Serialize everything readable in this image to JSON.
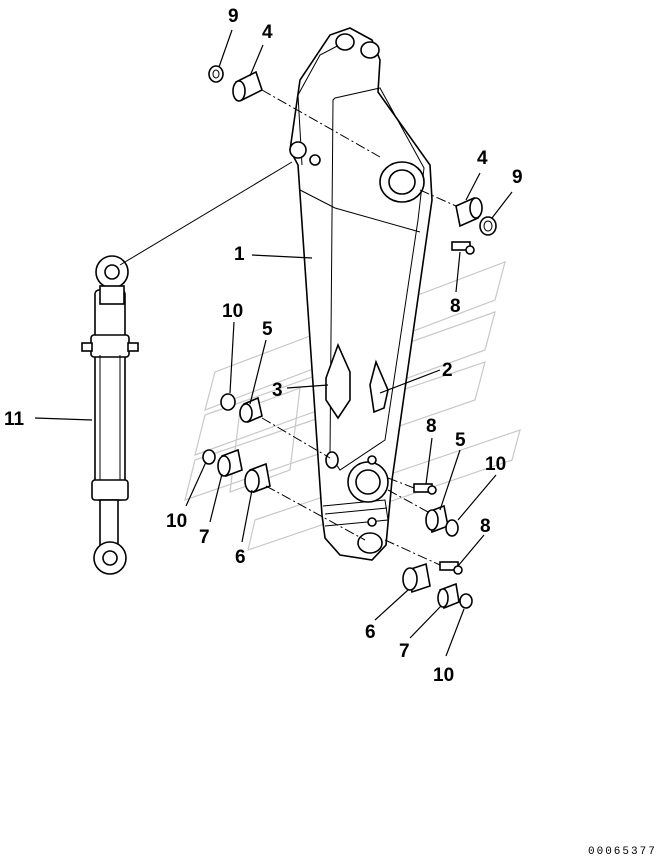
{
  "callouts": {
    "c_9_top": "9",
    "c_4_top": "4",
    "c_4_right": "4",
    "c_9_right": "9",
    "c_1": "1",
    "c_8_upper": "8",
    "c_10_left_upper": "10",
    "c_5_left": "5",
    "c_3": "3",
    "c_2": "2",
    "c_11": "11",
    "c_8_mid": "8",
    "c_5_right": "5",
    "c_10_right": "10",
    "c_10_left_lower": "10",
    "c_7_left": "7",
    "c_6_left": "6",
    "c_8_lower": "8",
    "c_6_bottom": "6",
    "c_7_bottom": "7",
    "c_10_bottom": "10"
  },
  "drawing_code": "00065377"
}
